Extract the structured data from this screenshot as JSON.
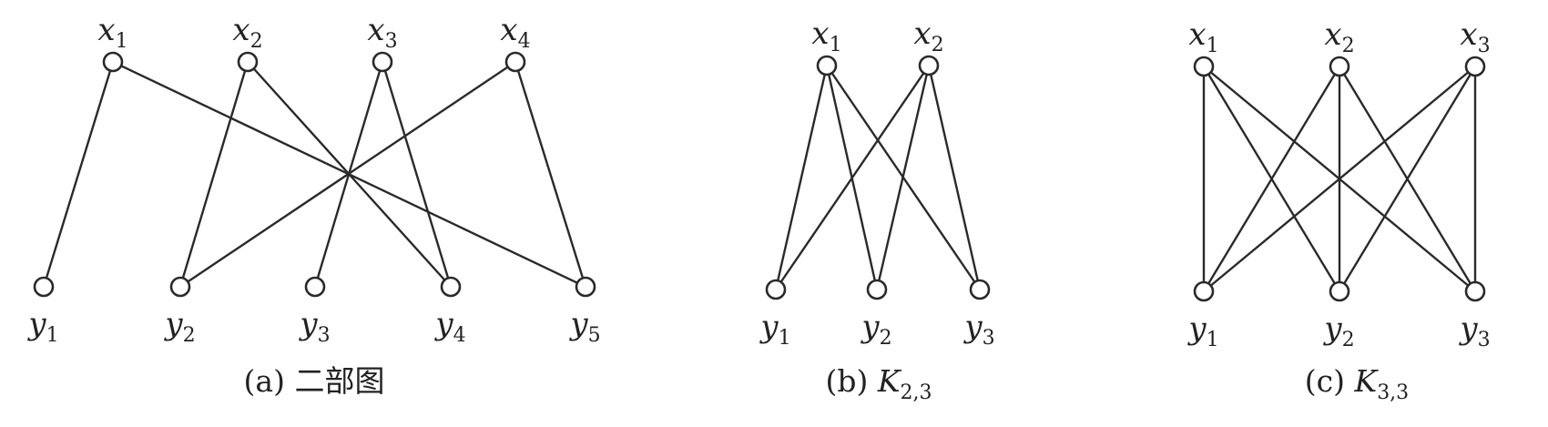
{
  "diagrams": [
    {
      "id": "a",
      "caption_prefix": "(a) ",
      "caption_text": "二部图",
      "caption_sub": "",
      "top_nodes": [
        {
          "id": "x1",
          "base": "x",
          "sub": "1"
        },
        {
          "id": "x2",
          "base": "x",
          "sub": "2"
        },
        {
          "id": "x3",
          "base": "x",
          "sub": "3"
        },
        {
          "id": "x4",
          "base": "x",
          "sub": "4"
        }
      ],
      "bottom_nodes": [
        {
          "id": "y1",
          "base": "y",
          "sub": "1"
        },
        {
          "id": "y2",
          "base": "y",
          "sub": "2"
        },
        {
          "id": "y3",
          "base": "y",
          "sub": "3"
        },
        {
          "id": "y4",
          "base": "y",
          "sub": "4"
        },
        {
          "id": "y5",
          "base": "y",
          "sub": "5"
        }
      ],
      "edges": [
        [
          "x1",
          "y1"
        ],
        [
          "x1",
          "y5"
        ],
        [
          "x2",
          "y2"
        ],
        [
          "x2",
          "y4"
        ],
        [
          "x3",
          "y3"
        ],
        [
          "x3",
          "y4"
        ],
        [
          "x4",
          "y2"
        ],
        [
          "x4",
          "y5"
        ]
      ]
    },
    {
      "id": "b",
      "caption_prefix": "(b) ",
      "caption_text": "K",
      "caption_sub": "2,3",
      "top_nodes": [
        {
          "id": "x1",
          "base": "x",
          "sub": "1"
        },
        {
          "id": "x2",
          "base": "x",
          "sub": "2"
        }
      ],
      "bottom_nodes": [
        {
          "id": "y1",
          "base": "y",
          "sub": "1"
        },
        {
          "id": "y2",
          "base": "y",
          "sub": "2"
        },
        {
          "id": "y3",
          "base": "y",
          "sub": "3"
        }
      ],
      "edges": [
        [
          "x1",
          "y1"
        ],
        [
          "x1",
          "y2"
        ],
        [
          "x1",
          "y3"
        ],
        [
          "x2",
          "y1"
        ],
        [
          "x2",
          "y2"
        ],
        [
          "x2",
          "y3"
        ]
      ]
    },
    {
      "id": "c",
      "caption_prefix": "(c) ",
      "caption_text": "K",
      "caption_sub": "3,3",
      "top_nodes": [
        {
          "id": "x1",
          "base": "x",
          "sub": "1"
        },
        {
          "id": "x2",
          "base": "x",
          "sub": "2"
        },
        {
          "id": "x3",
          "base": "x",
          "sub": "3"
        }
      ],
      "bottom_nodes": [
        {
          "id": "y1",
          "base": "y",
          "sub": "1"
        },
        {
          "id": "y2",
          "base": "y",
          "sub": "2"
        },
        {
          "id": "y3",
          "base": "y",
          "sub": "3"
        }
      ],
      "edges": [
        [
          "x1",
          "y1"
        ],
        [
          "x1",
          "y2"
        ],
        [
          "x1",
          "y3"
        ],
        [
          "x2",
          "y1"
        ],
        [
          "x2",
          "y2"
        ],
        [
          "x2",
          "y3"
        ],
        [
          "x3",
          "y1"
        ],
        [
          "x3",
          "y2"
        ],
        [
          "x3",
          "y3"
        ]
      ]
    }
  ]
}
